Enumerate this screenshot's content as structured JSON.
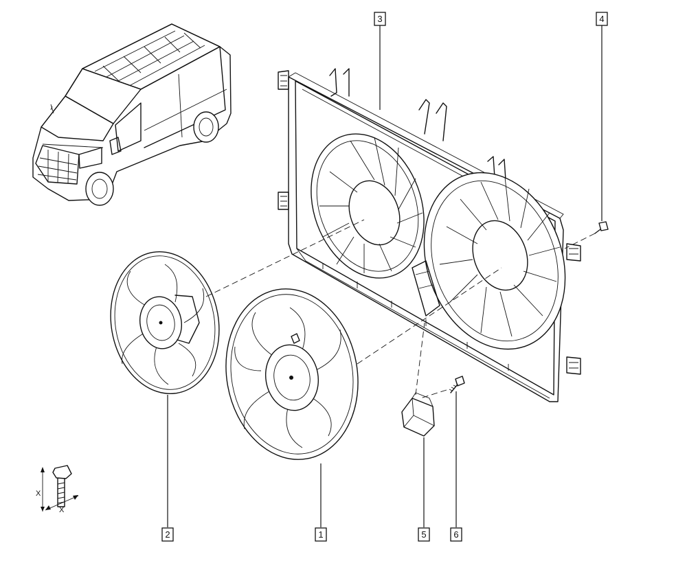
{
  "callouts": [
    {
      "id": "callout-1",
      "label": "1"
    },
    {
      "id": "callout-2",
      "label": "2"
    },
    {
      "id": "callout-3",
      "label": "3"
    },
    {
      "id": "callout-4",
      "label": "4"
    },
    {
      "id": "callout-5",
      "label": "5"
    },
    {
      "id": "callout-6",
      "label": "6"
    }
  ],
  "torque_symbol": {
    "x_label_vertical": "X",
    "x_label_horizontal": "X"
  },
  "colors": {
    "line": "#111111",
    "background": "#ffffff"
  }
}
